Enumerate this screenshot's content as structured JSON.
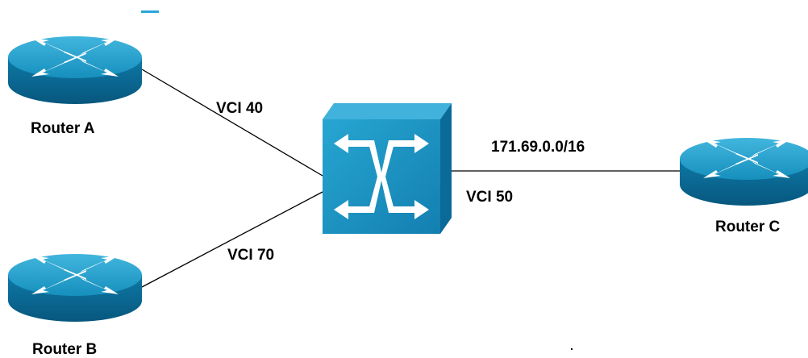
{
  "diagram": {
    "routers": [
      {
        "id": "router-a",
        "label": "Router A"
      },
      {
        "id": "router-b",
        "label": "Router B"
      },
      {
        "id": "router-c",
        "label": "Router C"
      }
    ],
    "switch": {
      "id": "atm-switch"
    },
    "links": [
      {
        "from": "router-a",
        "to": "atm-switch",
        "label": "VCI 40"
      },
      {
        "from": "router-b",
        "to": "atm-switch",
        "label": "VCI 70"
      },
      {
        "from": "atm-switch",
        "to": "router-c",
        "label": "VCI 50",
        "network": "171.69.0.0/16"
      }
    ],
    "colors": {
      "device_top": "#1e9ec8",
      "device_side": "#0b6f9a",
      "device_front": "#1c98c6",
      "arrow": "#ffffff",
      "line": "#000000",
      "label": "#000000"
    }
  }
}
